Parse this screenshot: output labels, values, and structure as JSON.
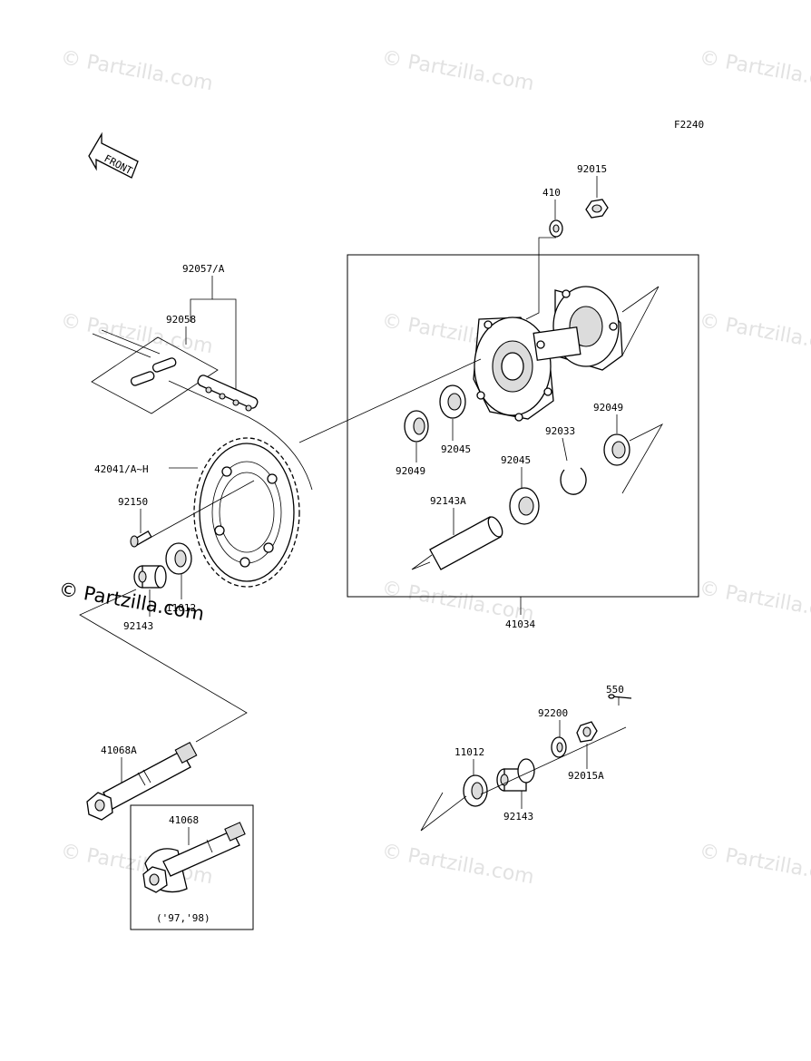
{
  "figure_code": "F2240",
  "front_arrow_label": "FRONT",
  "watermark": {
    "text": "© Partzilla.com",
    "overlay_text": "© Partzilla.com"
  },
  "labels": {
    "p92015": "92015",
    "p410": "410",
    "p92057A": "92057/A",
    "p92058": "92058",
    "p42041": "42041/A~H",
    "p92150": "92150",
    "p11012_top": "11012",
    "p92143_top": "92143",
    "p92049_left": "92049",
    "p92045_left": "92045",
    "p92033": "92033",
    "p92049_right": "92049",
    "p92045_right": "92045",
    "p92143A": "92143A",
    "p41034": "41034",
    "p41068A": "41068A",
    "p41068": "41068",
    "years": "('97,'98)",
    "p550": "550",
    "p92200": "92200",
    "p11012_bot": "11012",
    "p92015A": "92015A",
    "p92143_bot": "92143"
  }
}
